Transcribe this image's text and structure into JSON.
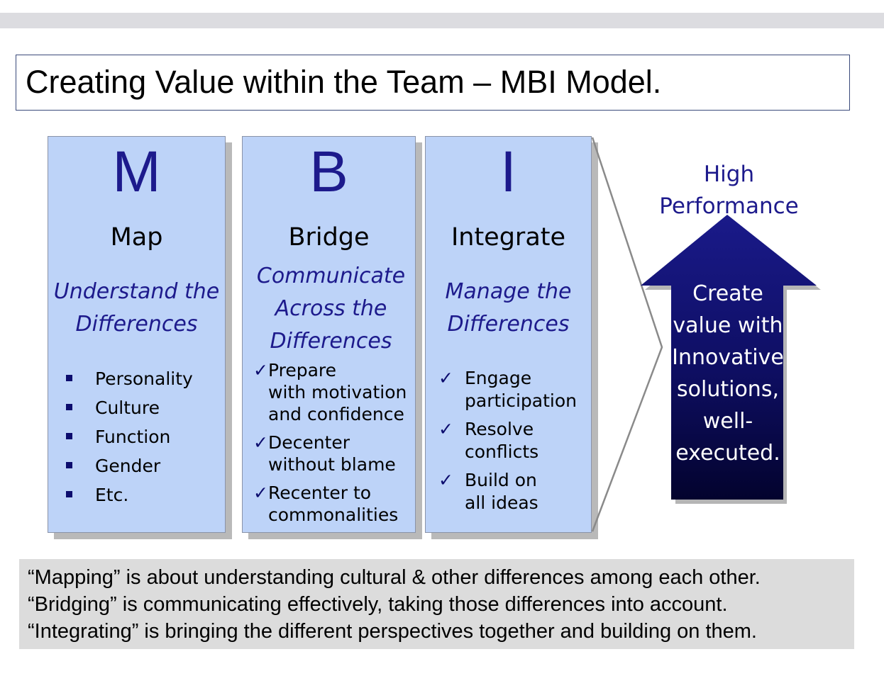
{
  "title": "Creating Value within the Team – MBI Model.",
  "columns": [
    {
      "letter": "M",
      "name": "Map",
      "subtitle": [
        "Understand the",
        "Differences"
      ],
      "items": [
        "Personality",
        "Culture",
        "Function",
        "Gender",
        "Etc."
      ]
    },
    {
      "letter": "B",
      "name": "Bridge",
      "subtitle": [
        "Communicate",
        "Across the",
        "Differences"
      ],
      "items": [
        [
          "Prepare",
          "with motivation",
          "and confidence"
        ],
        [
          "Decenter",
          "without blame"
        ],
        [
          "Recenter to",
          "commonalities"
        ]
      ]
    },
    {
      "letter": "I",
      "name": "Integrate",
      "subtitle": [
        "Manage the",
        "Differences"
      ],
      "items": [
        [
          "Engage",
          "participation"
        ],
        [
          "Resolve",
          "conflicts"
        ],
        [
          "Build on",
          "all ideas"
        ]
      ]
    }
  ],
  "high_performance": [
    "High",
    "Performance"
  ],
  "arrow_text": [
    "Create",
    "value with",
    "Innovative",
    "solutions,",
    "well-",
    "executed."
  ],
  "notes": [
    "“Mapping” is about understanding cultural & other differences among each other.",
    "“Bridging” is communicating effectively, taking those differences into account.",
    "“Integrating” is bringing the different perspectives together and building on them."
  ],
  "colors": {
    "column_fill": "#bdd3f8",
    "letter_blue": "#1d1a8c",
    "arrow_dark": "#03032e",
    "arrow_light": "#1a1a8a"
  }
}
